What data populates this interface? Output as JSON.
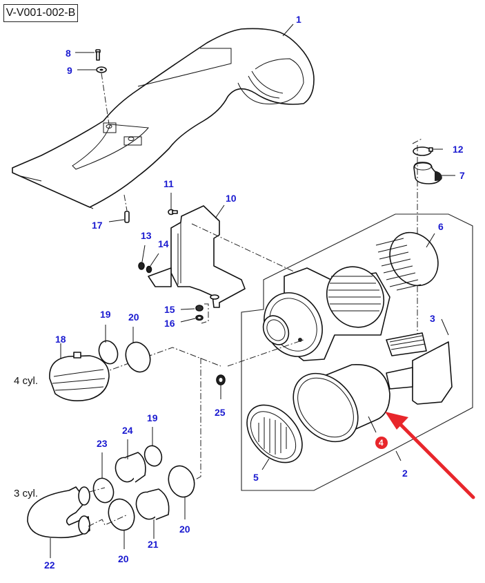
{
  "diagram": {
    "reference_code": "V-V001-002-B",
    "variant_labels": {
      "four_cyl": "4 cyl.",
      "three_cyl": "3 cyl."
    },
    "callouts": {
      "p1": "1",
      "p2": "2",
      "p3": "3",
      "p5": "5",
      "p6": "6",
      "p7": "7",
      "p8": "8",
      "p9": "9",
      "p10": "10",
      "p11": "11",
      "p12": "12",
      "p13": "13",
      "p14": "14",
      "p15": "15",
      "p16": "16",
      "p17": "17",
      "p18": "18",
      "p19a": "19",
      "p19b": "19",
      "p20a": "20",
      "p20b": "20",
      "p20c": "20",
      "p21": "21",
      "p22": "22",
      "p23": "23",
      "p24": "24",
      "p25": "25"
    },
    "highlight": {
      "part": "4",
      "color": "#e8262b"
    },
    "colors": {
      "callout": "#1a1ad0",
      "arrow": "#e8262b"
    }
  }
}
